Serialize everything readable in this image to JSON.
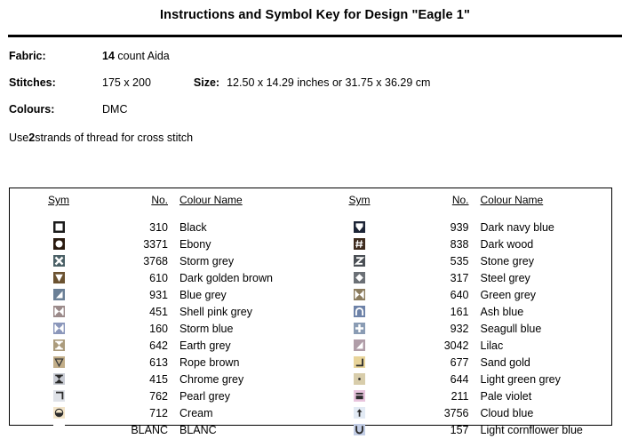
{
  "title": "Instructions and Symbol Key for Design \"Eagle 1\"",
  "info": {
    "fabric_label": "Fabric:",
    "fabric_count": "14",
    "fabric_rest": " count Aida",
    "stitches_label": "Stitches:",
    "stitches_value": "175 x 200",
    "size_label": "Size:",
    "size_value": "12.50 x 14.29 inches or 31.75 x 36.29 cm",
    "colours_label": "Colours:",
    "colours_value": "DMC",
    "strands_pre": "Use ",
    "strands_count": "2",
    "strands_post": " strands of thread for cross stitch"
  },
  "table": {
    "headers": {
      "sym": "Sym",
      "no": "No.",
      "name": "Colour Name"
    },
    "left_rows": [
      {
        "no": "310",
        "name": "Black",
        "swatch": "#1b1b1b",
        "glyph": "square",
        "glyph_color": "#ffffff"
      },
      {
        "no": "3371",
        "name": "Ebony",
        "swatch": "#2a1a0f",
        "glyph": "circle",
        "glyph_color": "#ffffff"
      },
      {
        "no": "3768",
        "name": "Storm grey",
        "swatch": "#4a6066",
        "glyph": "cross-x",
        "glyph_color": "#ffffff"
      },
      {
        "no": "610",
        "name": "Dark golden brown",
        "swatch": "#6b5230",
        "glyph": "triangle-down",
        "glyph_color": "#ffffff"
      },
      {
        "no": "931",
        "name": "Blue grey",
        "swatch": "#6a7f96",
        "glyph": "corner-tri",
        "glyph_color": "#ffffff"
      },
      {
        "no": "451",
        "name": "Shell pink grey",
        "swatch": "#9b8a8a",
        "glyph": "bowtie-h",
        "glyph_color": "#ffffff"
      },
      {
        "no": "160",
        "name": "Storm blue",
        "swatch": "#8b97bb",
        "glyph": "bowtie-h",
        "glyph_color": "#ffffff"
      },
      {
        "no": "642",
        "name": "Earth grey",
        "swatch": "#ab9b7c",
        "glyph": "hourglass",
        "glyph_color": "#ffffff"
      },
      {
        "no": "613",
        "name": "Rope brown",
        "swatch": "#c2ae89",
        "glyph": "triangle-down-open",
        "glyph_color": "#3a3a3a"
      },
      {
        "no": "415",
        "name": "Chrome grey",
        "swatch": "#c9ccd4",
        "glyph": "hourglass",
        "glyph_color": "#2b2b2b"
      },
      {
        "no": "762",
        "name": "Pearl grey",
        "swatch": "#dfe2e8",
        "glyph": "corner-hook",
        "glyph_color": "#2b2b2b"
      },
      {
        "no": "712",
        "name": "Cream",
        "swatch": "#f2e4c8",
        "glyph": "half-circle",
        "glyph_color": "#2b2b2b"
      },
      {
        "no": "BLANC",
        "name": "BLANC",
        "swatch": "#ffffff",
        "glyph": "blank",
        "glyph_color": "#ffffff"
      }
    ],
    "right_rows": [
      {
        "no": "939",
        "name": "Dark navy blue",
        "swatch": "#1c2436",
        "glyph": "shield",
        "glyph_color": "#ffffff"
      },
      {
        "no": "838",
        "name": "Dark wood",
        "swatch": "#3d2a1c",
        "glyph": "hash",
        "glyph_color": "#ffffff"
      },
      {
        "no": "535",
        "name": "Stone grey",
        "swatch": "#4a4f55",
        "glyph": "letter-z",
        "glyph_color": "#ffffff"
      },
      {
        "no": "317",
        "name": "Steel grey",
        "swatch": "#6b7076",
        "glyph": "diamond",
        "glyph_color": "#ffffff"
      },
      {
        "no": "640",
        "name": "Green grey",
        "swatch": "#8b7c5e",
        "glyph": "bowtie-h",
        "glyph_color": "#ffffff"
      },
      {
        "no": "161",
        "name": "Ash blue",
        "swatch": "#6d82a8",
        "glyph": "arch",
        "glyph_color": "#ffffff"
      },
      {
        "no": "932",
        "name": "Seagull blue",
        "swatch": "#8a9cb4",
        "glyph": "plus",
        "glyph_color": "#ffffff"
      },
      {
        "no": "3042",
        "name": "Lilac",
        "swatch": "#b09da8",
        "glyph": "corner-tri",
        "glyph_color": "#ffffff"
      },
      {
        "no": "677",
        "name": "Sand gold",
        "swatch": "#e8d49a",
        "glyph": "corner-hook-l",
        "glyph_color": "#2b2b2b"
      },
      {
        "no": "644",
        "name": "Light green grey",
        "swatch": "#d8cdab",
        "glyph": "dot",
        "glyph_color": "#2b2b2b"
      },
      {
        "no": "211",
        "name": "Pale violet",
        "swatch": "#e8c4dd",
        "glyph": "bar-box",
        "glyph_color": "#2b2b2b"
      },
      {
        "no": "3756",
        "name": "Cloud blue",
        "swatch": "#e2eaf4",
        "glyph": "arrow-up",
        "glyph_color": "#2b2b2b"
      },
      {
        "no": "157",
        "name": "Light cornflower blue",
        "swatch": "#c3cee6",
        "glyph": "letter-u",
        "glyph_color": "#2b2b2b"
      }
    ]
  }
}
